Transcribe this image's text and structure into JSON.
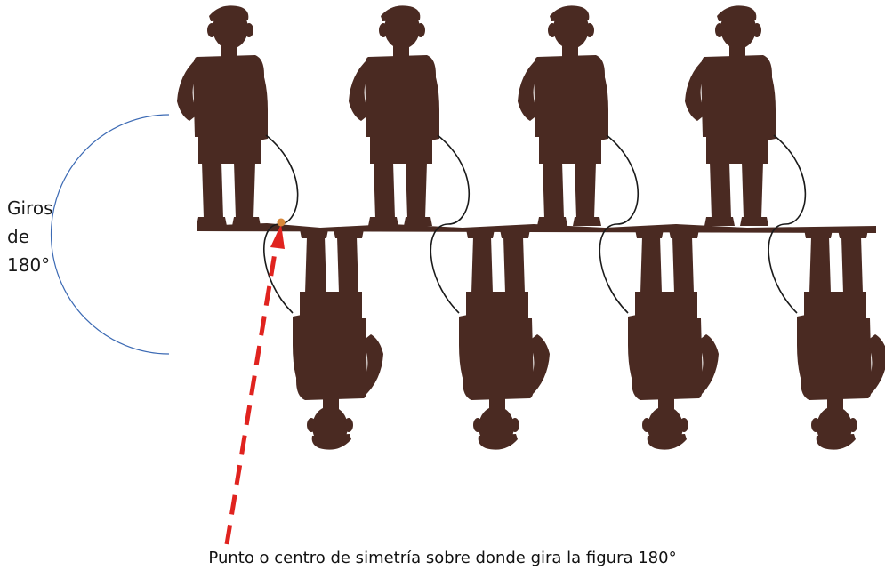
{
  "rotation_label": {
    "line1": "Giros",
    "line2": "de",
    "line3": "180°"
  },
  "caption": "Punto o centro de simetría sobre donde gira la figura 180°",
  "colors": {
    "figure": "#4a2a22",
    "arc": "#3c6ab4",
    "arrow": "#e0231f",
    "center_point": "#d9893a",
    "stream": "#1a1a1a",
    "ground": "#4a2a22"
  },
  "figures": {
    "upright_count": 4,
    "inverted_count": 4
  }
}
